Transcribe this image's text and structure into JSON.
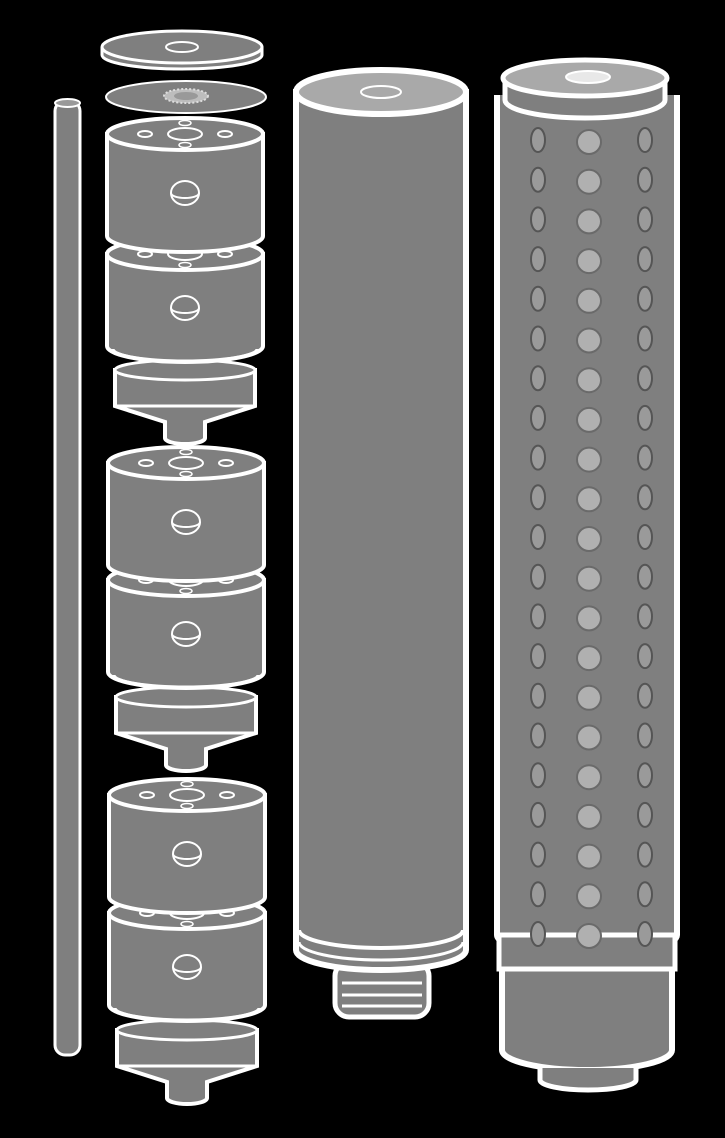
{
  "colors": {
    "background": "#000000",
    "body": "#7f7f7f",
    "outline": "#ffffff",
    "lightHole": "#b0b0b0",
    "shadow": "#555555"
  },
  "parts": {
    "rod": "rod",
    "endCap": "end-cap",
    "washer": "washer",
    "baffleStack": "baffle-stack",
    "outerTube": "outer-tube",
    "perforatedTube": "perforated-tube"
  }
}
